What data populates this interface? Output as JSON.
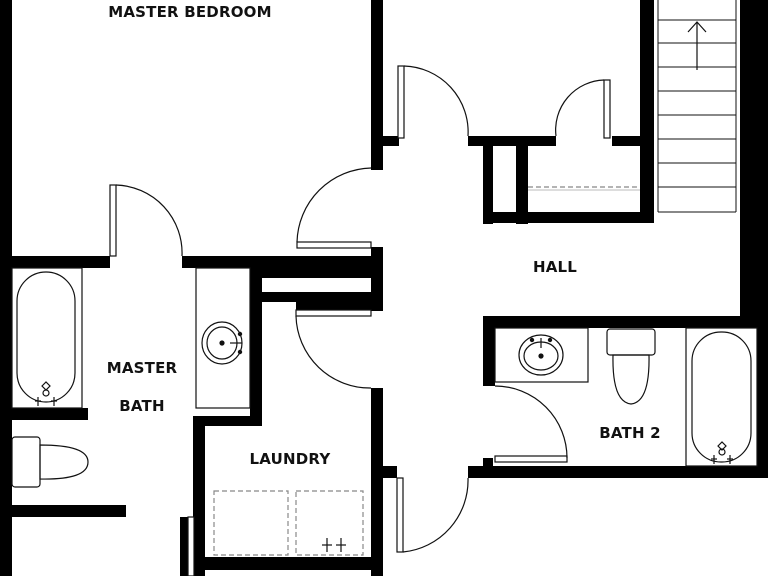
{
  "rooms": {
    "master_bedroom": "MASTER BEDROOM",
    "hall": "HALL",
    "master_bath_line1": "MASTER",
    "master_bath_line2": "BATH",
    "laundry": "LAUNDRY",
    "bath_2": "BATH 2"
  },
  "colors": {
    "wall": "#000000",
    "fixture_stroke": "#111111",
    "dashed": "#666666",
    "background": "#ffffff"
  },
  "icons": [
    "bathtub-icon",
    "sink-icon",
    "toilet-icon",
    "stairs-arrow-icon",
    "door-swing-icon",
    "washer-dryer-icon"
  ]
}
